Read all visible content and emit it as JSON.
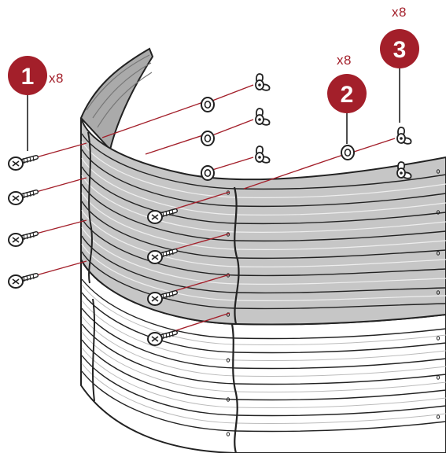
{
  "callouts": [
    {
      "number": "1",
      "quantity": "x8"
    },
    {
      "number": "2",
      "quantity": "x8"
    },
    {
      "number": "3",
      "quantity": "x8"
    }
  ],
  "colors": {
    "badge": "#a31f2a",
    "panel_upper": "#c6c6c6",
    "panel_lower": "#ffffff",
    "outline": "#222222"
  },
  "icons": {
    "part_1": "screw-icon",
    "part_2": "washer-icon",
    "part_3": "wing-nut-icon"
  }
}
